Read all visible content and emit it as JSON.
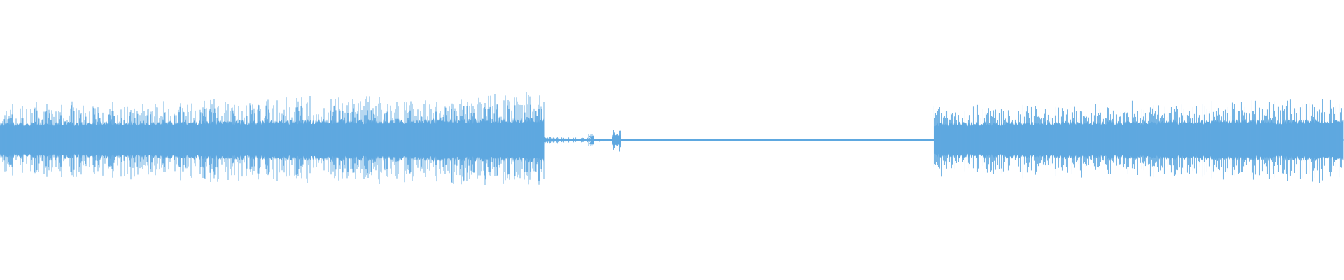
{
  "waveform": {
    "color": "#5fa8e0",
    "background": "#ffffff",
    "segments": [
      {
        "name": "audio-segment-1",
        "start": 0.0,
        "end": 0.405,
        "core_level": 0.12,
        "peak_level": 0.3,
        "trend_start": 0.95,
        "trend_end": 1.18
      },
      {
        "name": "quiet-segment-1",
        "start": 0.405,
        "end": 0.44,
        "core_level": 0.012,
        "peak_level": 0.03,
        "trend_start": 1.0,
        "trend_end": 0.6
      },
      {
        "name": "blip-1",
        "start": 0.438,
        "end": 0.442,
        "core_level": 0.03,
        "peak_level": 0.05,
        "trend_start": 1.0,
        "trend_end": 1.0
      },
      {
        "name": "quiet-segment-2",
        "start": 0.442,
        "end": 0.456,
        "core_level": 0.008,
        "peak_level": 0.012,
        "trend_start": 1.0,
        "trend_end": 1.0
      },
      {
        "name": "blip-2",
        "start": 0.456,
        "end": 0.462,
        "core_level": 0.035,
        "peak_level": 0.085,
        "trend_start": 1.0,
        "trend_end": 1.0
      },
      {
        "name": "near-silence",
        "start": 0.462,
        "end": 0.695,
        "core_level": 0.006,
        "peak_level": 0.009,
        "trend_start": 1.0,
        "trend_end": 1.0
      },
      {
        "name": "audio-segment-2",
        "start": 0.695,
        "end": 1.0,
        "core_level": 0.12,
        "peak_level": 0.28,
        "trend_start": 0.95,
        "trend_end": 1.12
      }
    ]
  }
}
